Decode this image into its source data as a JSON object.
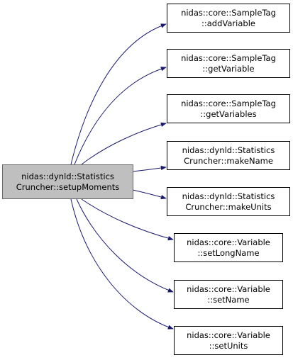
{
  "source": {
    "line1": "nidas::dynld::Statistics",
    "line2": "Cruncher::setupMoments"
  },
  "targets": [
    {
      "line1": "nidas::core::SampleTag",
      "line2": "::addVariable"
    },
    {
      "line1": "nidas::core::SampleTag",
      "line2": "::getVariable"
    },
    {
      "line1": "nidas::core::SampleTag",
      "line2": "::getVariables"
    },
    {
      "line1": "nidas::dynld::Statistics",
      "line2": "Cruncher::makeName"
    },
    {
      "line1": "nidas::dynld::Statistics",
      "line2": "Cruncher::makeUnits"
    },
    {
      "line1": "nidas::core::Variable",
      "line2": "::setLongName"
    },
    {
      "line1": "nidas::core::Variable",
      "line2": "::setName"
    },
    {
      "line1": "nidas::core::Variable",
      "line2": "::setUnits"
    }
  ],
  "colors": {
    "edge": "#191970",
    "source_fill": "#bfbfbf",
    "node_border": "#000000"
  }
}
